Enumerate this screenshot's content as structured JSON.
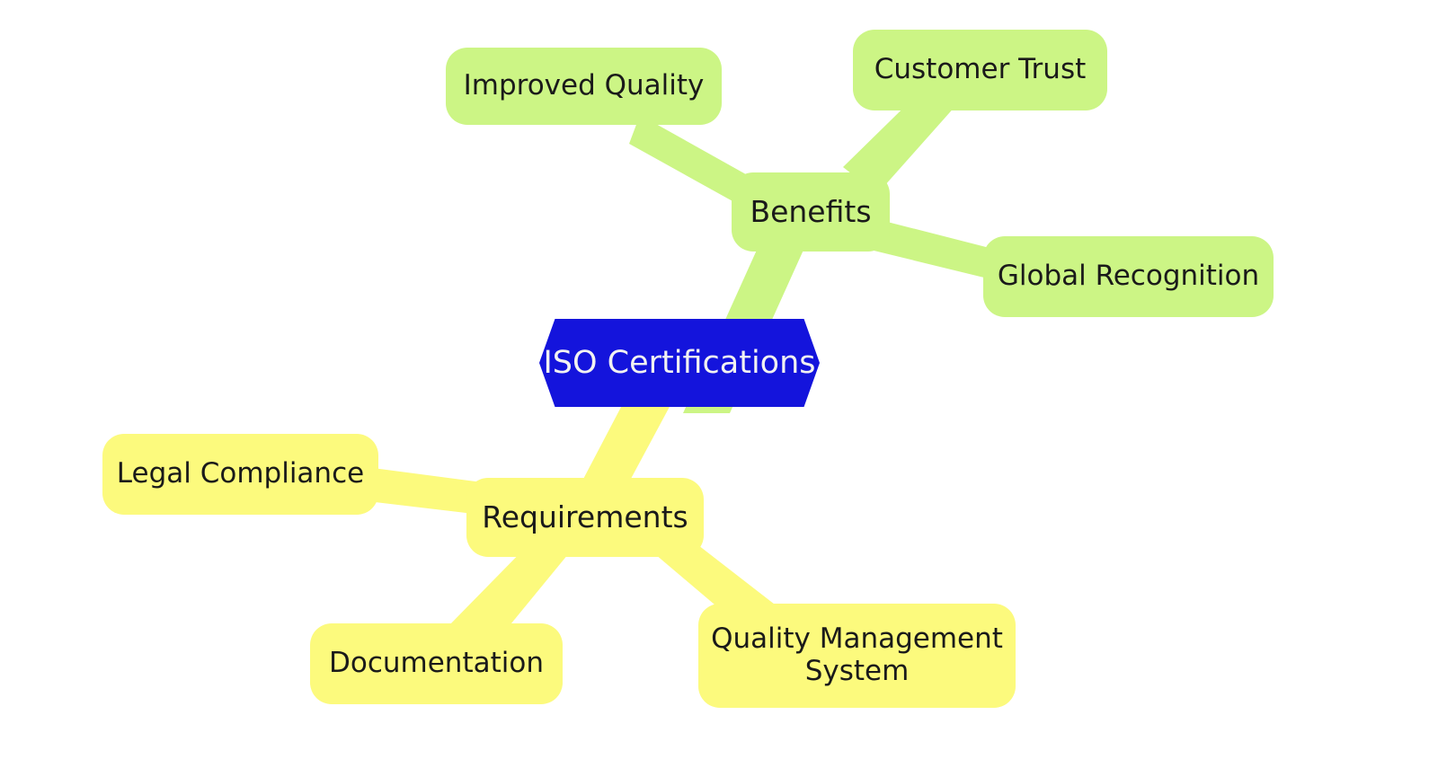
{
  "diagram": {
    "type": "mind-map",
    "title": "ISO Certifications",
    "background_color": "#ffffff",
    "root": {
      "id": "iso-certifications",
      "label": "ISO Certifications",
      "shape": "hexagon",
      "fill_color": "#1414dc",
      "text_color": "#f2f2f2"
    },
    "branches": [
      {
        "id": "benefits",
        "label": "Benefits",
        "shape": "rounded-rect",
        "fill_color": "#ccf585",
        "text_color": "#1a1a1a",
        "children": [
          {
            "id": "improved-quality",
            "label": "Improved Quality"
          },
          {
            "id": "customer-trust",
            "label": "Customer Trust"
          },
          {
            "id": "global-recognition",
            "label": "Global Recognition"
          }
        ]
      },
      {
        "id": "requirements",
        "label": "Requirements",
        "shape": "rounded-rect",
        "fill_color": "#fcfa7d",
        "text_color": "#1a1a1a",
        "children": [
          {
            "id": "legal-compliance",
            "label": "Legal Compliance"
          },
          {
            "id": "documentation",
            "label": "Documentation"
          },
          {
            "id": "quality-management-system",
            "label": "Quality Management\nSystem"
          }
        ]
      }
    ],
    "edges": [
      {
        "id": "edge-iso-benefits",
        "from": "iso-certifications",
        "to": "benefits",
        "color": "#ccf585"
      },
      {
        "id": "edge-benefits-improved-quality",
        "from": "benefits",
        "to": "improved-quality",
        "color": "#ccf585"
      },
      {
        "id": "edge-benefits-customer-trust",
        "from": "benefits",
        "to": "customer-trust",
        "color": "#ccf585"
      },
      {
        "id": "edge-benefits-global-recognition",
        "from": "benefits",
        "to": "global-recognition",
        "color": "#ccf585"
      },
      {
        "id": "edge-iso-requirements",
        "from": "iso-certifications",
        "to": "requirements",
        "color": "#fcfa7d"
      },
      {
        "id": "edge-requirements-legal-compliance",
        "from": "requirements",
        "to": "legal-compliance",
        "color": "#fcfa7d"
      },
      {
        "id": "edge-requirements-documentation",
        "from": "requirements",
        "to": "documentation",
        "color": "#fcfa7d"
      },
      {
        "id": "edge-requirements-qms",
        "from": "requirements",
        "to": "quality-management-system",
        "color": "#fcfa7d"
      }
    ]
  }
}
